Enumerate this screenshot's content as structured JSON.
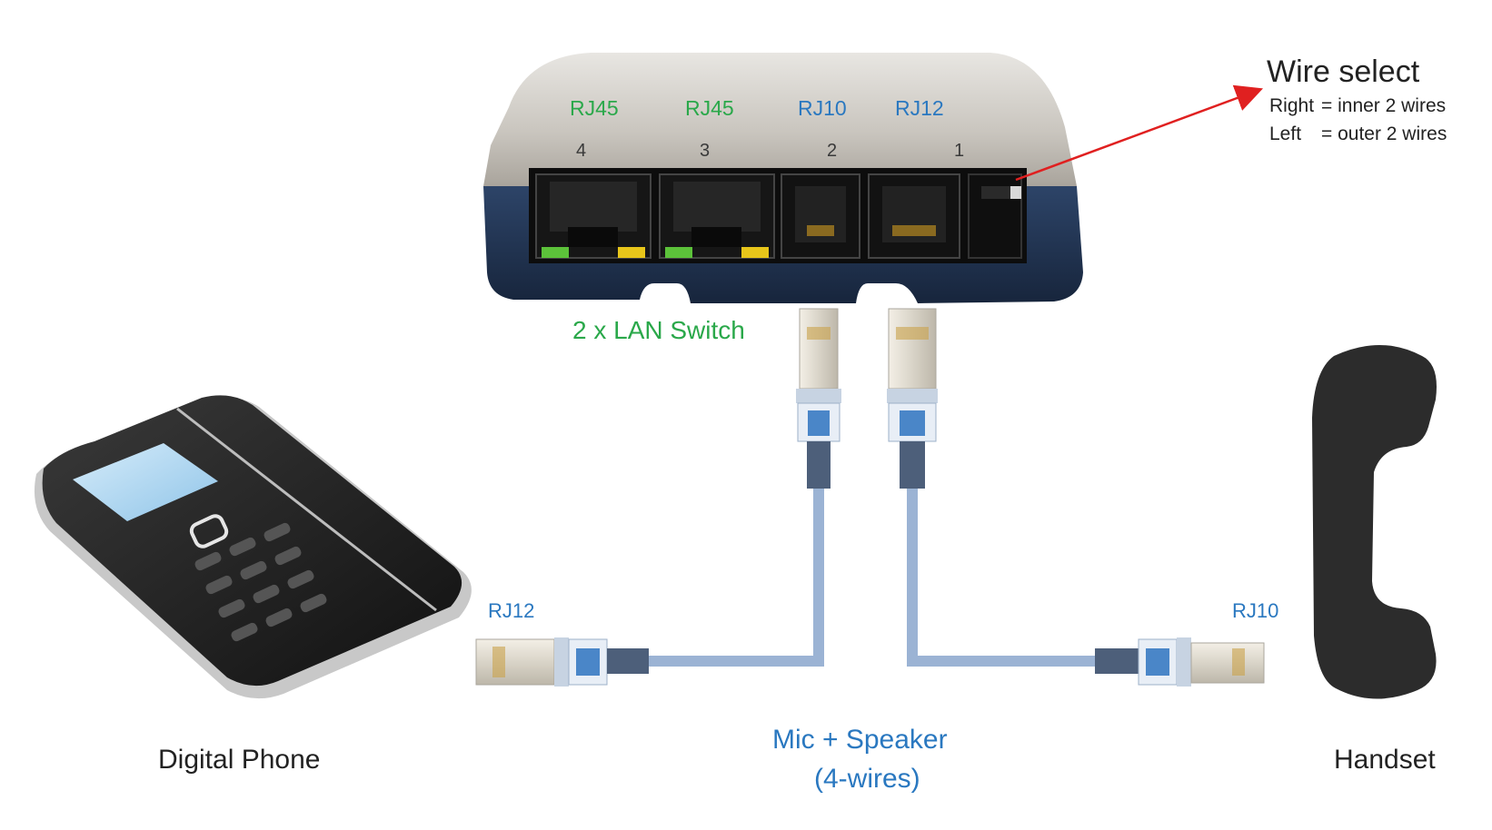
{
  "device": {
    "port_labels": [
      "RJ45",
      "RJ45",
      "RJ10",
      "RJ12"
    ],
    "port_numbers": [
      "4",
      "3",
      "2",
      "1"
    ],
    "lan_switch": "2 x LAN Switch"
  },
  "wire_select": {
    "title": "Wire select",
    "right_key": "Right",
    "right_value": "= inner 2 wires",
    "left_key": "Left",
    "left_value": "= outer 2 wires"
  },
  "connectors": {
    "left_label": "RJ12",
    "right_label": "RJ10"
  },
  "cable": {
    "line1": "Mic + Speaker",
    "line2": "(4-wires)"
  },
  "devices": {
    "phone": "Digital Phone",
    "handset": "Handset"
  },
  "colors": {
    "green_label": "#2aa84a",
    "blue_label": "#2a78c0",
    "arrow": "#e02020",
    "cable": "#9bb3d4",
    "device_body": "#1f3454"
  }
}
